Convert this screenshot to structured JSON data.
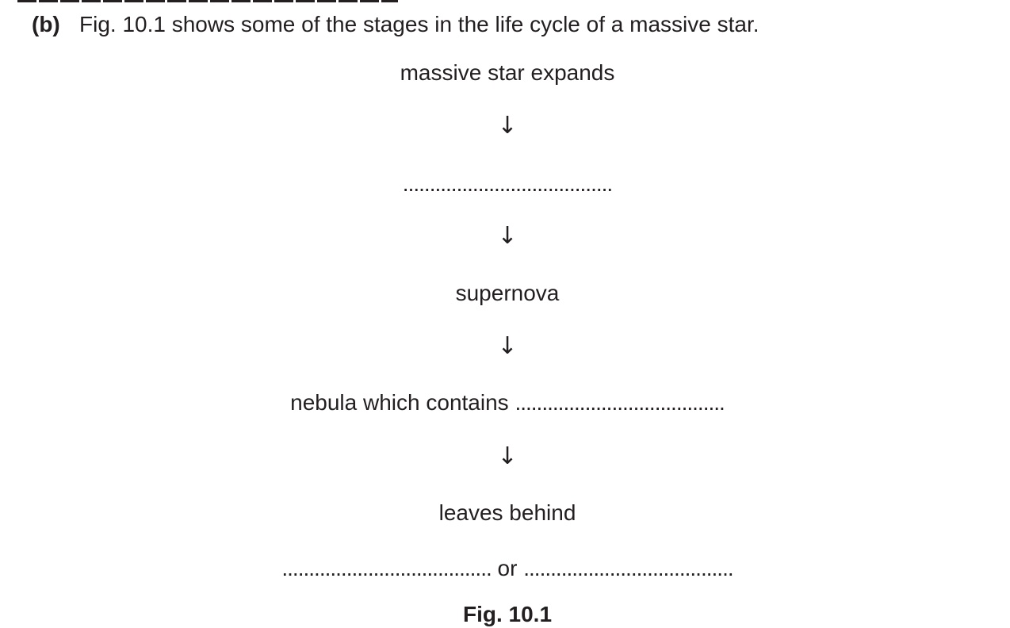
{
  "question": {
    "label": "(b)",
    "text": "Fig. 10.1 shows some of the stages in the life cycle of a massive star."
  },
  "flow": {
    "stage1": "massive star expands",
    "arrow": "↓",
    "blank1": ".......................................",
    "stage3": "supernova",
    "stage4_prefix": "nebula which contains",
    "blank2": ".......................................",
    "stage5": "leaves behind",
    "blank3": ".......................................",
    "or_word": "or",
    "blank4": "......................................."
  },
  "figure": {
    "caption": "Fig. 10.1"
  },
  "icons": [
    "down-arrow-icon"
  ]
}
